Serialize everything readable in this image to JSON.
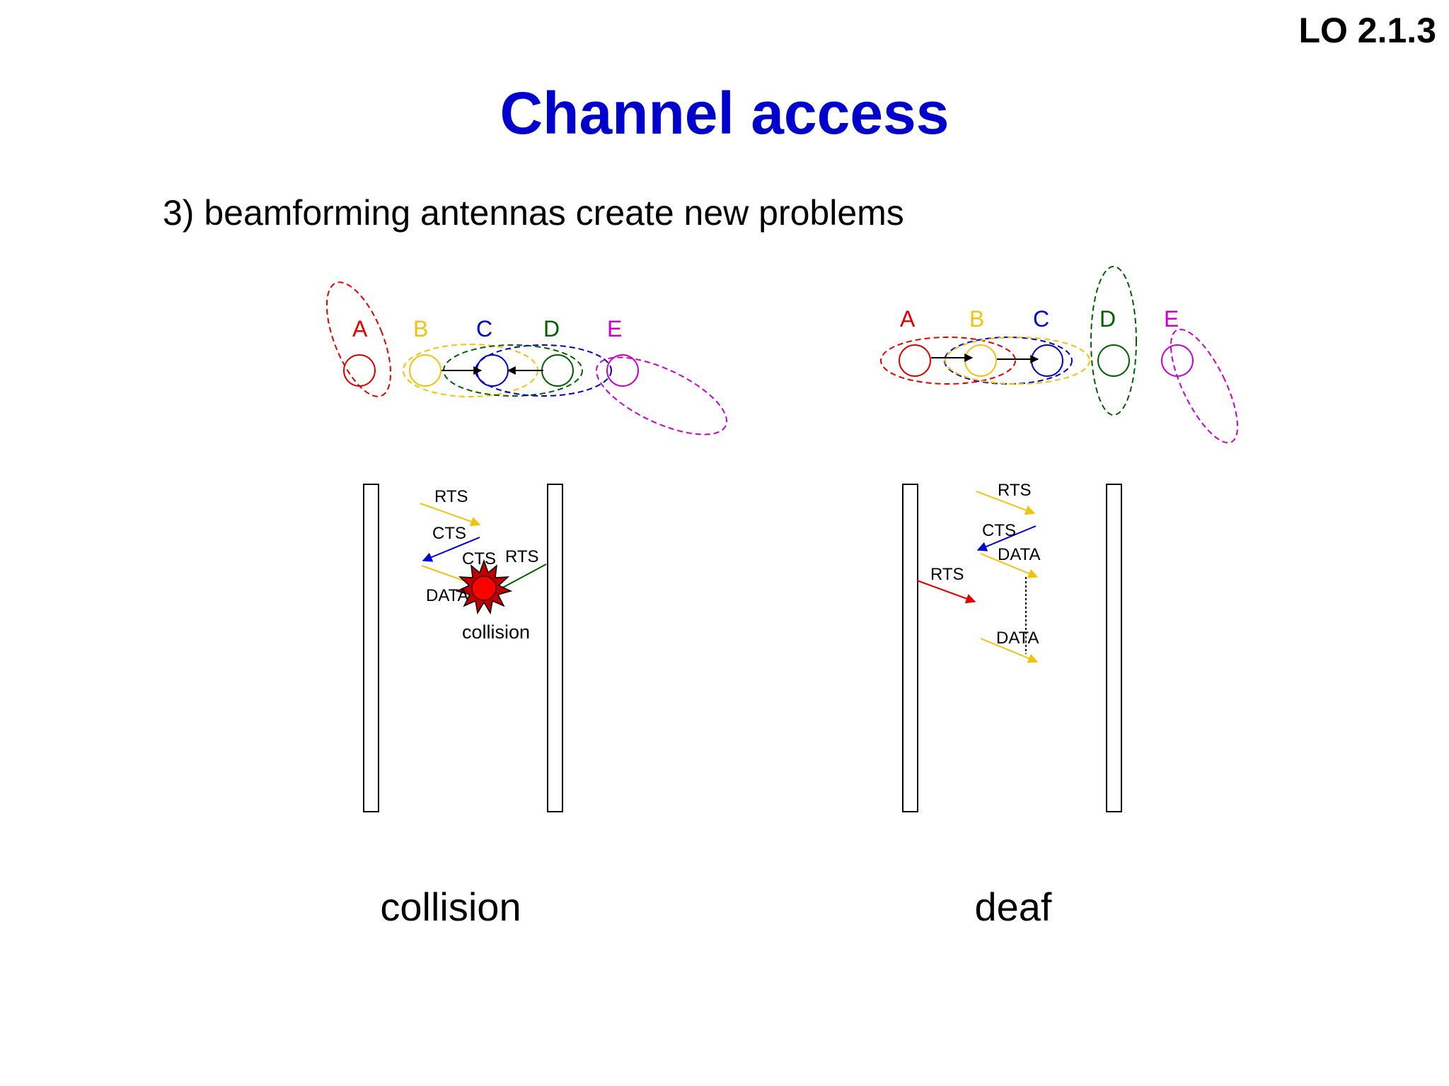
{
  "header": {
    "code": "LO  2.1.3",
    "title": "Channel access",
    "subtitle": "3) beamforming antennas create new problems"
  },
  "colors": {
    "A": "#e00000",
    "B": "#f2c20c",
    "C": "#0000d0",
    "D": "#006000",
    "E": "#cc00cc",
    "title": "#0000cc",
    "collision": "#ff0000"
  },
  "collision_scenario": {
    "caption": "collision",
    "nodes": [
      {
        "id": "A",
        "label": "A"
      },
      {
        "id": "B",
        "label": "B"
      },
      {
        "id": "C",
        "label": "C"
      },
      {
        "id": "D",
        "label": "D"
      },
      {
        "id": "E",
        "label": "E"
      }
    ],
    "messages": {
      "rts1": "RTS",
      "cts1": "CTS",
      "cts2": "CTS",
      "rts2": "RTS",
      "data": "DATA",
      "collision": "collision"
    }
  },
  "deaf_scenario": {
    "caption": "deaf",
    "nodes": [
      {
        "id": "A",
        "label": "A"
      },
      {
        "id": "B",
        "label": "B"
      },
      {
        "id": "C",
        "label": "C"
      },
      {
        "id": "D",
        "label": "D"
      },
      {
        "id": "E",
        "label": "E"
      }
    ],
    "messages": {
      "rts1": "RTS",
      "cts1": "CTS",
      "data1": "DATA",
      "rts2": "RTS",
      "data2": "DATA"
    }
  }
}
